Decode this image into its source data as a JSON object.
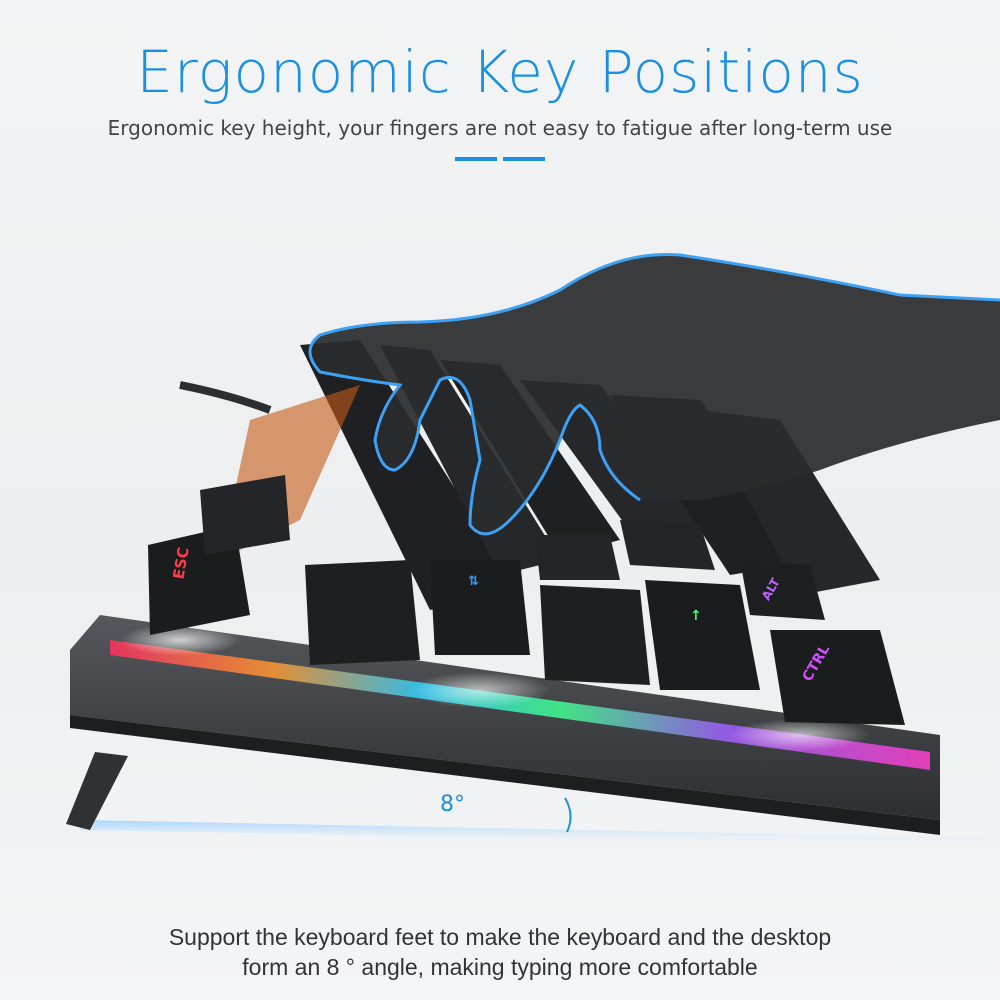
{
  "header": {
    "title": "Ergonomic Key Positions",
    "subtitle": "Ergonomic key height, your fingers are not easy to fatigue after long-term use"
  },
  "illustration": {
    "angle_label": "8°",
    "key_legends": {
      "esc": "ESC",
      "ctrl": "CTRL",
      "alt": "ALT"
    },
    "colors": {
      "accent": "#1a8fe3",
      "hand": "#2a2b2d",
      "keyboard_body": "#3a3c3f",
      "key_cap": "#222326"
    }
  },
  "caption": {
    "line1": "Support the keyboard feet to make the keyboard and the desktop",
    "line2": "form an 8 ° angle, making typing more comfortable"
  }
}
